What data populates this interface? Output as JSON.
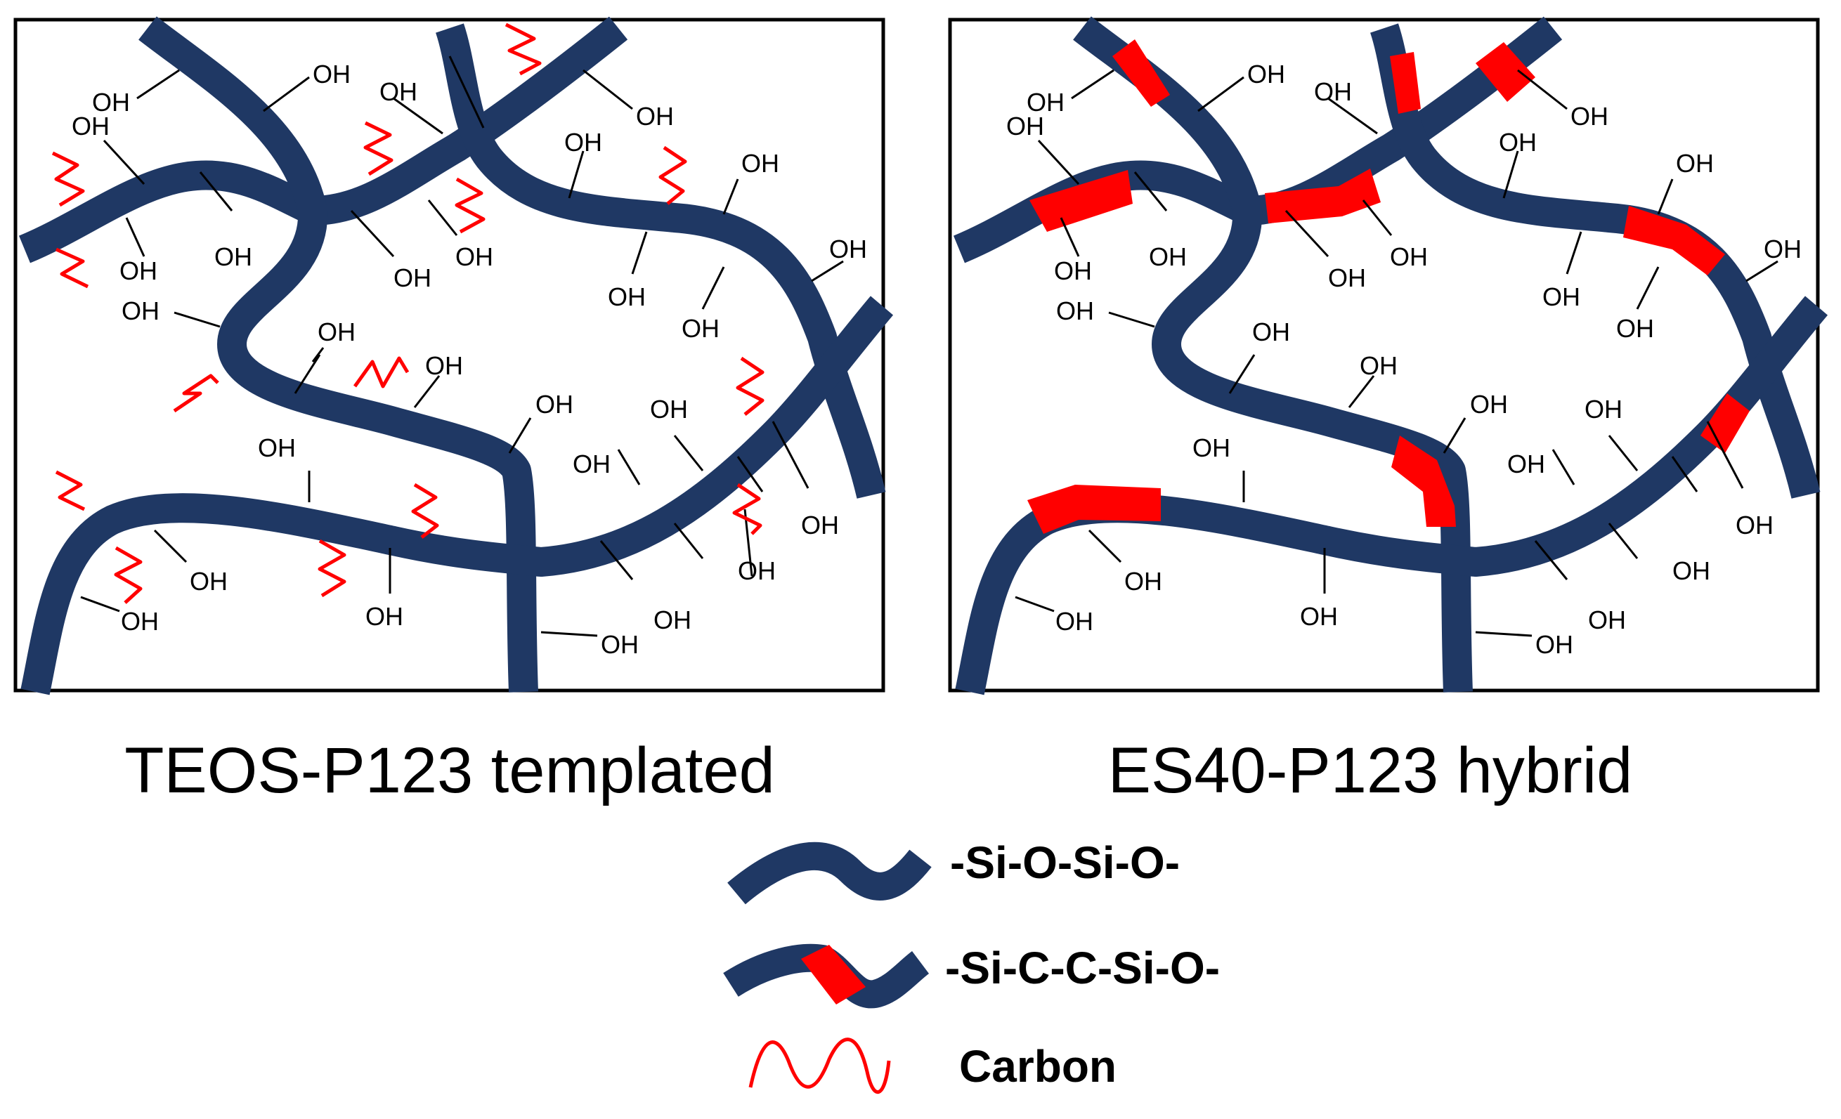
{
  "colors": {
    "silica_chain": "#1f3864",
    "carbon": "#ff0000",
    "frame": "#000000",
    "text": "#000000",
    "background": "#ffffff"
  },
  "panels": [
    {
      "caption": "TEOS-P123 templated",
      "hydroxyl_label": "OH"
    },
    {
      "caption": "ES40-P123 hybrid",
      "hydroxyl_label": "OH"
    }
  ],
  "legend": {
    "items": [
      {
        "label": "-Si-O-Si-O-",
        "icon": "silica-chain-icon"
      },
      {
        "label": "-Si-C-C-Si-O-",
        "icon": "hybrid-chain-icon"
      },
      {
        "label": "Carbon",
        "icon": "carbon-zigzag-icon"
      }
    ]
  }
}
